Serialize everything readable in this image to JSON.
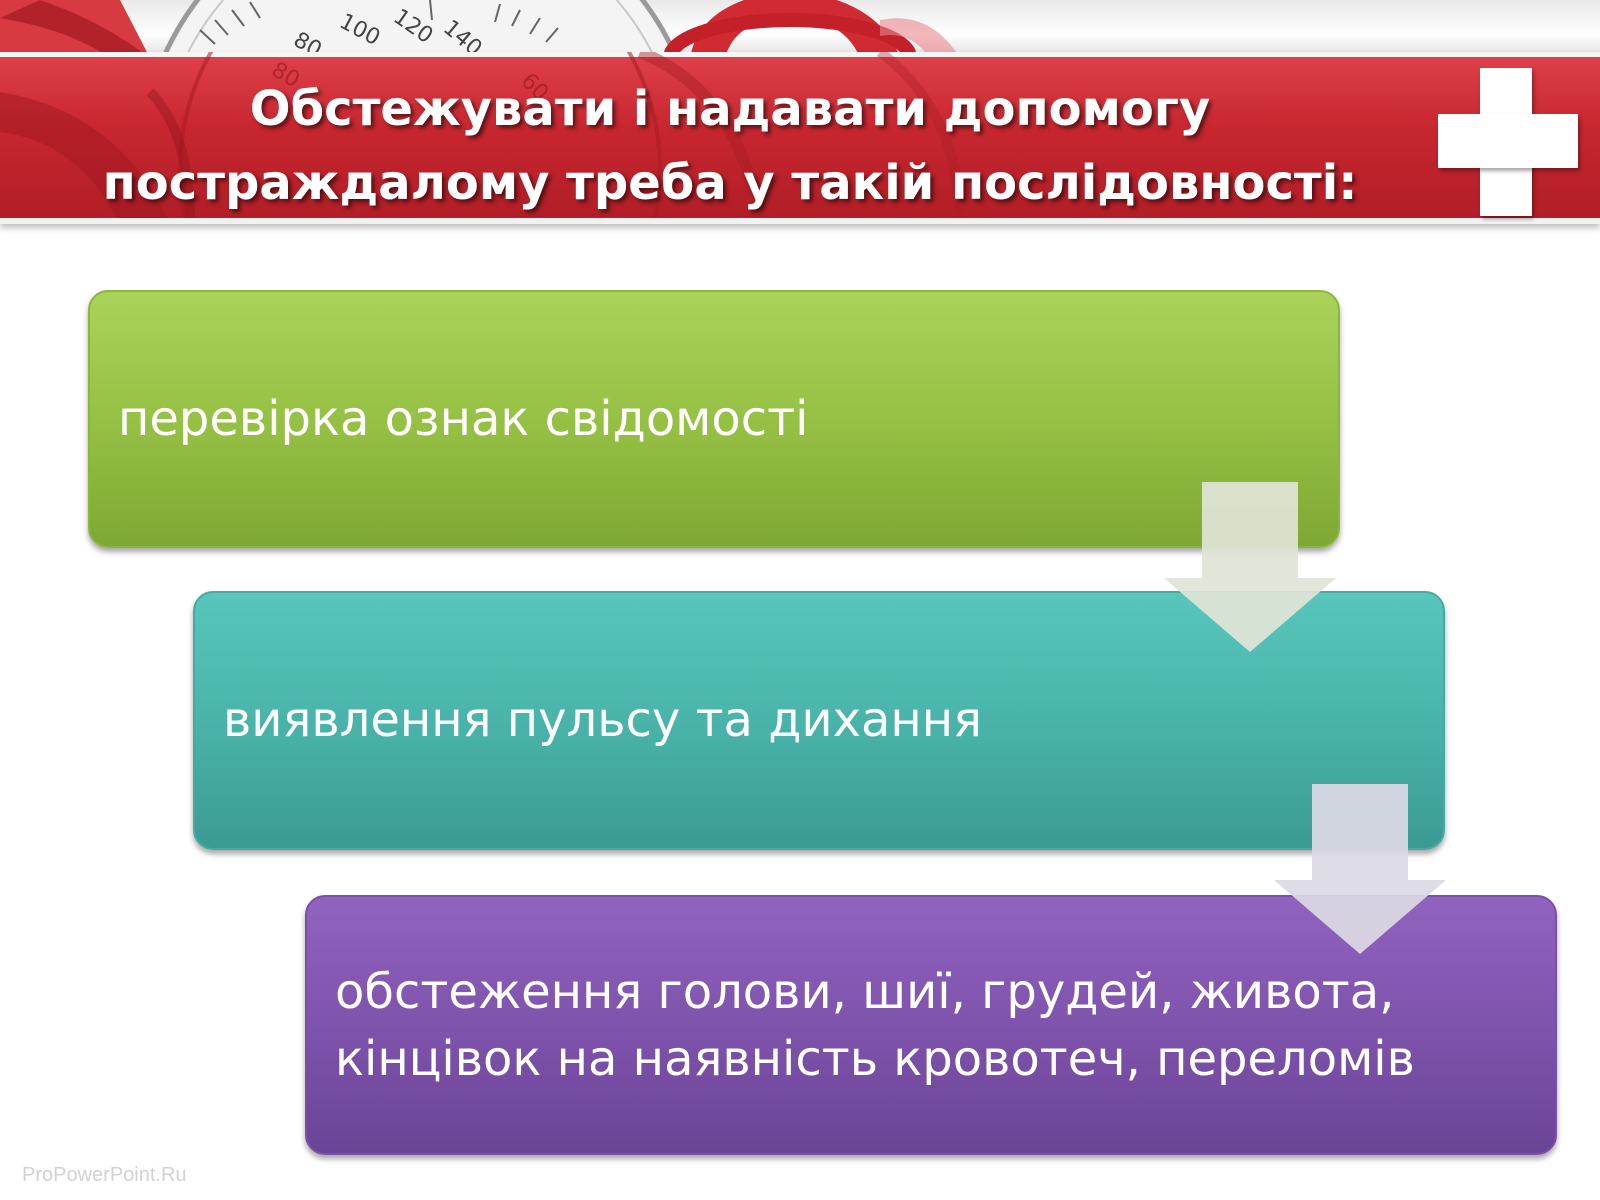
{
  "slide": {
    "title": "Обстежувати і надавати допомогу постраждалому треба у такій послідовності:"
  },
  "steps": [
    {
      "label": "перевірка ознак свідомості",
      "color": "#9cc84b"
    },
    {
      "label": "виявлення пульсу та дихання",
      "color": "#4db9b0"
    },
    {
      "label": "обстеження голови, шиї, грудей, живота, кінцівок на наявність кровотеч, переломів",
      "color": "#7f56ad"
    }
  ],
  "gauge_ticks": [
    "80",
    "100",
    "120",
    "140",
    "60",
    "80"
  ],
  "colors": {
    "header_red": "#c7262f",
    "arrow": "#dfe4d6",
    "title_text": "#ffffff"
  },
  "icons": {
    "header": "red-cross-icon"
  },
  "watermark": "ProPowerPoint.Ru"
}
